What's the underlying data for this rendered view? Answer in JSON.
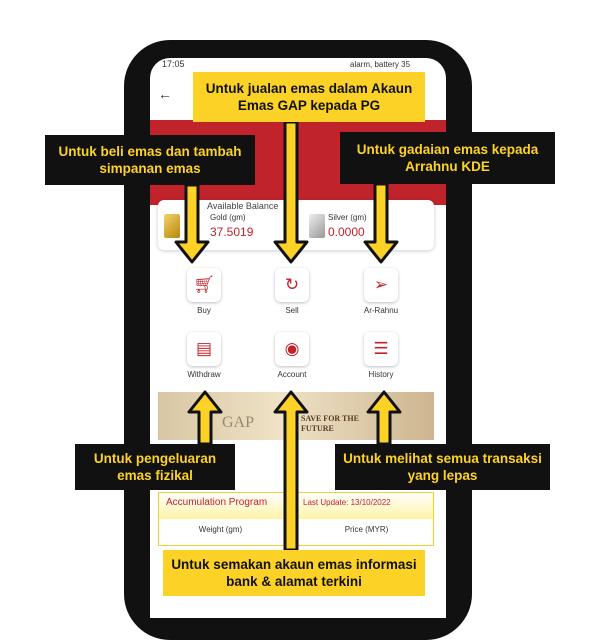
{
  "status": {
    "time": "17:05",
    "icons": "alarm, battery 35"
  },
  "app": {
    "available_balance": "Available Balance",
    "gold_label": "Gold (gm)",
    "gold_value": "37.5019",
    "silver_label": "Silver (gm)",
    "silver_value": "0.0000",
    "actions": [
      {
        "label": "Buy",
        "icon": "cart-icon"
      },
      {
        "label": "Sell",
        "icon": "refresh-icon"
      },
      {
        "label": "Ar-Rahnu",
        "icon": "send-icon"
      },
      {
        "label": "Withdraw",
        "icon": "tray-icon"
      },
      {
        "label": "Account",
        "icon": "user-icon"
      },
      {
        "label": "History",
        "icon": "document-icon"
      }
    ],
    "banner": {
      "headline": "SAVE FOR THE FUTURE",
      "logo": "GAP"
    },
    "program": {
      "title": "Accumulation Program",
      "updated": "Last Update: 13/10/2022",
      "col_weight": "Weight (gm)",
      "col_price": "Price (MYR)"
    }
  },
  "callouts": {
    "sell": "Untuk jualan emas dalam Akaun Emas GAP kepada PG",
    "buy": "Untuk beli emas dan tambah simpanan emas",
    "arrahnu": "Untuk gadaian emas kepada Arrahnu KDE",
    "withdraw": "Untuk pengeluaran emas fizikal",
    "history": "Untuk melihat semua transaksi yang lepas",
    "account": "Untuk semakan akaun emas informasi bank & alamat terkini"
  },
  "colors": {
    "accent": "#c0232c",
    "callout_yellow": "#fdd226"
  }
}
